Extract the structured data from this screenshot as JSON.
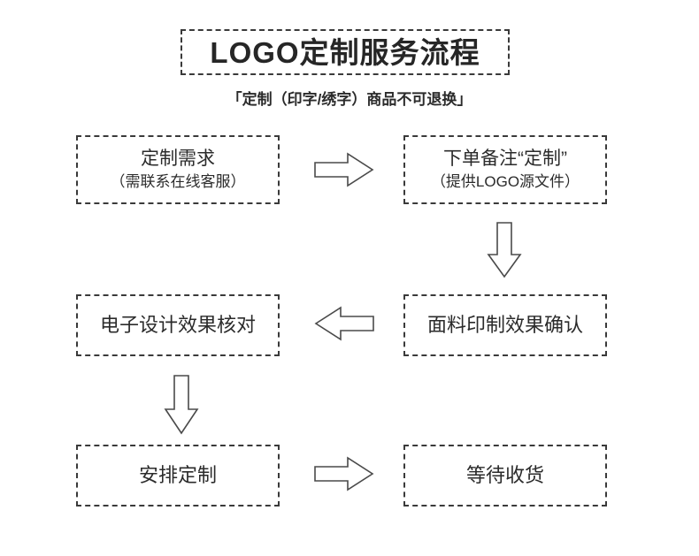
{
  "header": {
    "title": "LOGO定制服务流程",
    "subtitle": "「定制（印字/绣字）商品不可退换」"
  },
  "flow": {
    "nodes": [
      {
        "id": "node-1",
        "name": "custom-requirement",
        "line1": "定制需求",
        "line2": "（需联系在线客服）"
      },
      {
        "id": "node-2",
        "name": "order-note-custom",
        "line1": "下单备注“定制”",
        "line2": "（提供LOGO源文件）"
      },
      {
        "id": "node-3",
        "name": "digital-design-check",
        "line1": "电子设计效果核对",
        "line2": ""
      },
      {
        "id": "node-4",
        "name": "fabric-print-confirm",
        "line1": "面料印制效果确认",
        "line2": ""
      },
      {
        "id": "node-5",
        "name": "arrange-production",
        "line1": "安排定制",
        "line2": ""
      },
      {
        "id": "node-6",
        "name": "await-delivery",
        "line1": "等待收货",
        "line2": ""
      }
    ],
    "arrows": [
      {
        "id": "arrow-1",
        "name": "arrow-right-icon",
        "direction": "right",
        "from": "定制需求",
        "to": "下单备注“定制”"
      },
      {
        "id": "arrow-2",
        "name": "arrow-down-icon",
        "direction": "down",
        "from": "下单备注“定制”",
        "to": "面料印制效果确认"
      },
      {
        "id": "arrow-3",
        "name": "arrow-left-icon",
        "direction": "left",
        "from": "面料印制效果确认",
        "to": "电子设计效果核对"
      },
      {
        "id": "arrow-4",
        "name": "arrow-down-icon",
        "direction": "down",
        "from": "电子设计效果核对",
        "to": "安排定制"
      },
      {
        "id": "arrow-5",
        "name": "arrow-right-icon",
        "direction": "right",
        "from": "安排定制",
        "to": "等待收货"
      }
    ]
  },
  "colors": {
    "background": "#ffffff",
    "text": "#2b2b2b",
    "border": "#3a3a3a",
    "arrow_stroke": "#4a4a4a"
  }
}
